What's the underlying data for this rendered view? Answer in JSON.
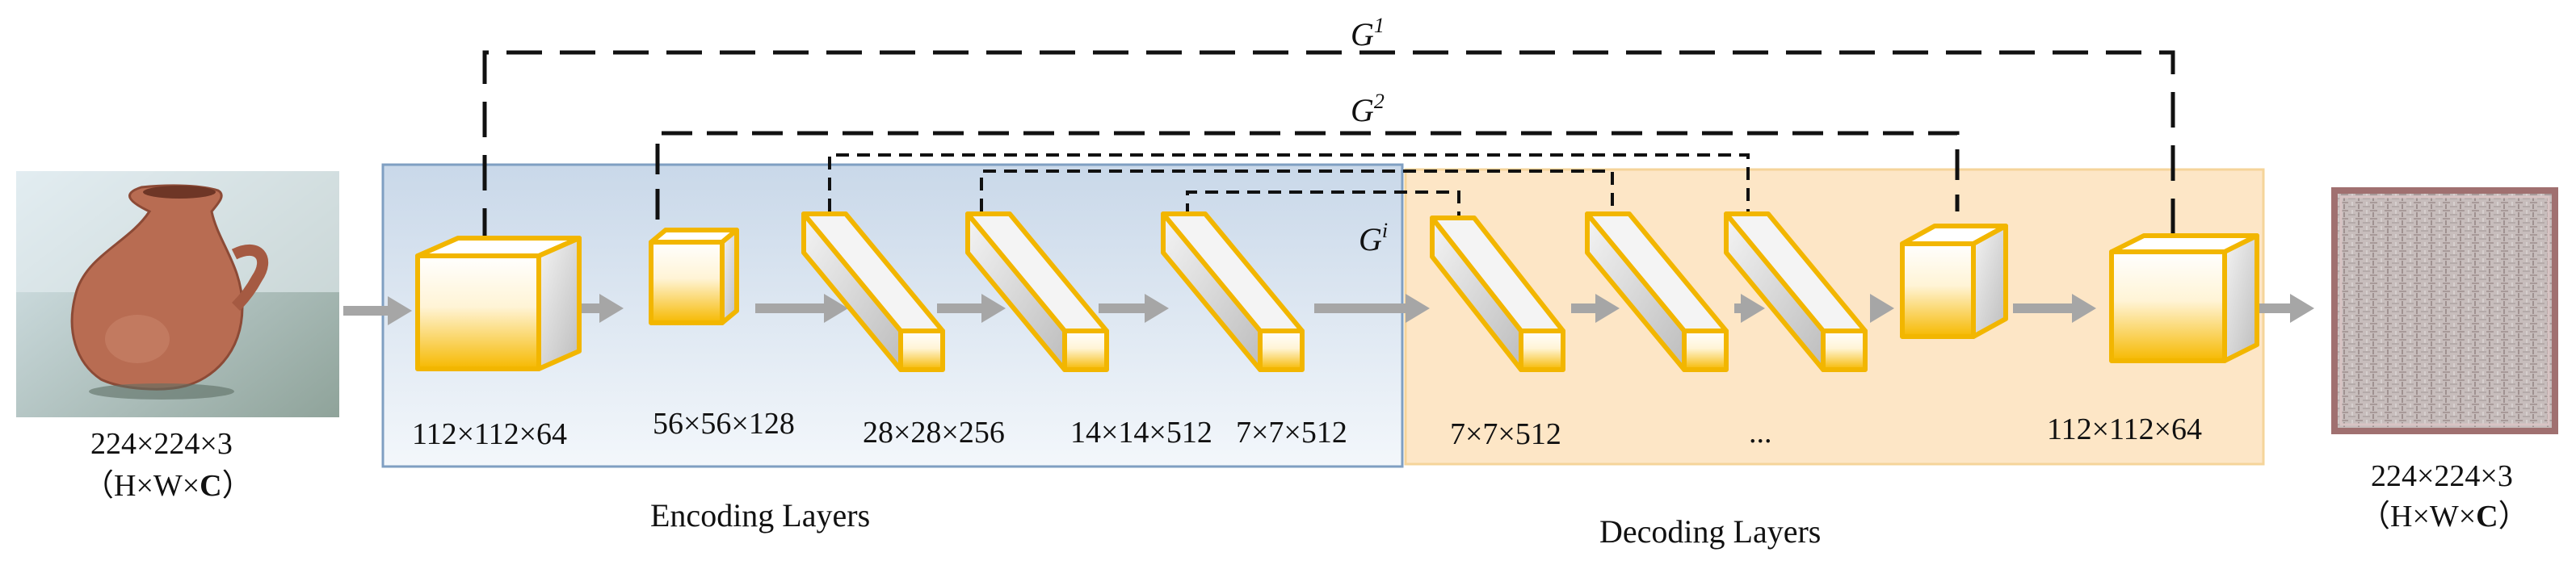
{
  "input": {
    "dims": "224×224×3",
    "format_pre": "（H×W×",
    "format_bold": "C",
    "format_post": "）"
  },
  "output": {
    "dims": "224×224×3",
    "format_pre": "（H×W×",
    "format_bold": "C",
    "format_post": "）"
  },
  "encoder": {
    "title": "Encoding Layers",
    "layer_labels": [
      "112×112×64",
      "56×56×128",
      "28×28×256",
      "14×14×512",
      "7×7×512"
    ]
  },
  "decoder": {
    "title": "Decoding Layers",
    "layer_labels": [
      "7×7×512",
      "...",
      "112×112×64"
    ]
  },
  "skips": [
    {
      "base": "G",
      "sup": "1"
    },
    {
      "base": "G",
      "sup": "2"
    },
    {
      "base": "G",
      "sup": "i"
    }
  ],
  "colors": {
    "encoder_panel_top": "#c9d8e9",
    "encoder_panel_bottom": "#f3f7fb",
    "encoder_panel_border": "#7f9fc2",
    "decoder_panel": "#fde6c6",
    "decoder_panel_border": "#f5d49a",
    "block_edge": "#f2b600",
    "block_fill_top": "#ffffff",
    "block_fill_bottom": "#f6b900",
    "side_face": "#d2d2d2",
    "arrow": "#a6a6a6"
  }
}
